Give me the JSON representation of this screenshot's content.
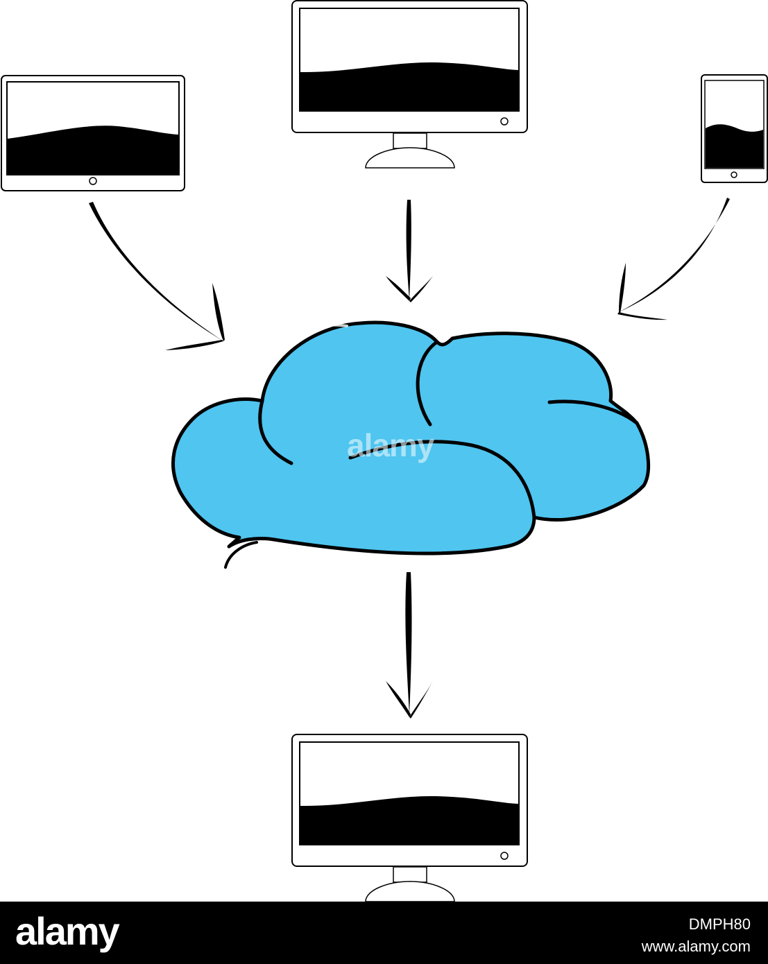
{
  "colors": {
    "background": "#ffffff",
    "cloud_fill": "#4fc5f0",
    "outline": "#000000",
    "screen": "#000000",
    "footer_bg": "#000000",
    "footer_text": "#ffffff",
    "watermark": "#eaf7fd"
  },
  "nodes": {
    "source_tablet_left": "tablet-icon",
    "source_monitor_top": "monitor-icon",
    "source_phone_right": "phone-icon",
    "cloud": "cloud-icon",
    "target_monitor_bottom": "monitor-icon"
  },
  "watermark": {
    "text": "alamy"
  },
  "footer": {
    "logo": "alamy",
    "image_id": "DMPH80",
    "url": "www.alamy.com"
  }
}
